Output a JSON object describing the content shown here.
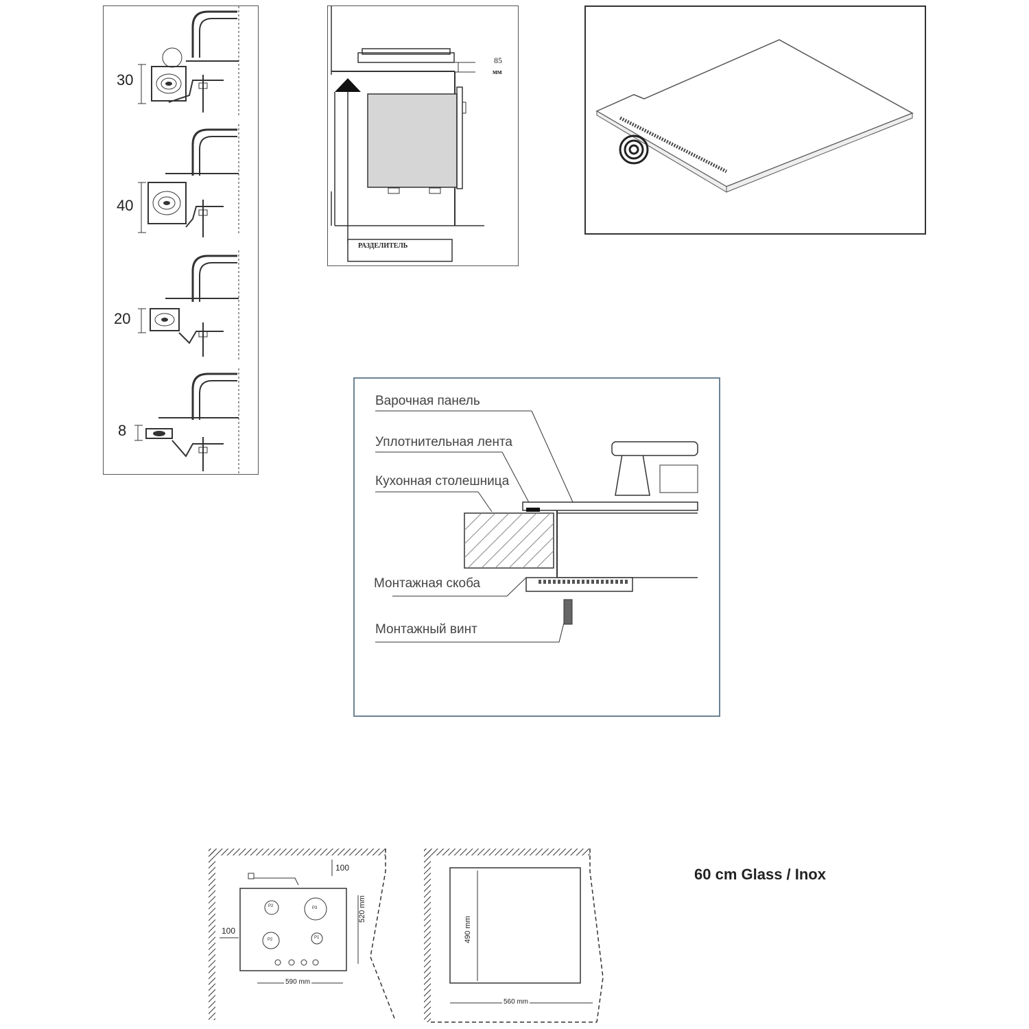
{
  "seal_diagrams": {
    "steps": [
      {
        "thickness": "30"
      },
      {
        "thickness": "40"
      },
      {
        "thickness": "20"
      },
      {
        "thickness": "8"
      }
    ]
  },
  "oven_diagram": {
    "clearance_value": "85",
    "clearance_unit": "мм",
    "divider_label": "РАЗДЕЛИТЕЛЬ"
  },
  "seal_tape_view": {},
  "section_diagram": {
    "labels": {
      "hob": "Варочная панель",
      "seal_tape": "Уплотнительная лента",
      "worktop": "Кухонная столешница",
      "bracket": "Монтажная скоба",
      "screw": "Монтажный винт"
    }
  },
  "cutout_diagrams": {
    "hob_layout": {
      "burners": [
        "P2",
        "P3",
        "P2",
        "P1"
      ],
      "clearance_top": "100",
      "clearance_left": "100",
      "depth": "520 mm",
      "width": "590 mm"
    },
    "cutout": {
      "depth": "490 mm",
      "width": "560 mm"
    }
  },
  "product_caption": "60 cm Glass / Inox"
}
